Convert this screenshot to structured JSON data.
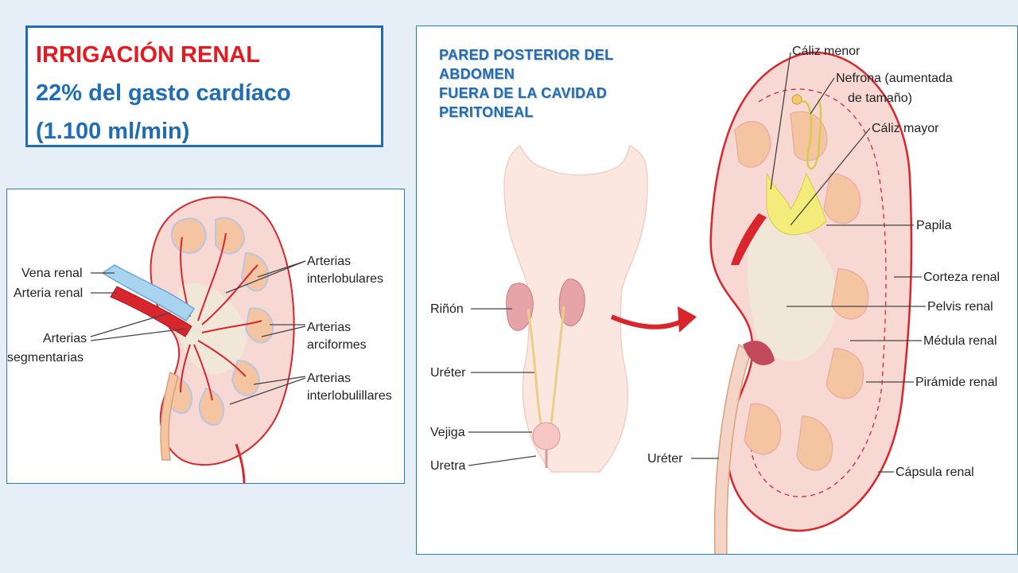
{
  "title": {
    "line1": "IRRIGACIÓN RENAL",
    "line2": "22% del gasto cardíaco",
    "line3": "(1.100 ml/min)"
  },
  "left_diagram": {
    "labels": {
      "vena_renal": "Vena renal",
      "arteria_renal": "Arteria renal",
      "arterias_seg_1": "Arterias",
      "arterias_seg_2": "segmentarias",
      "interlobulares_1": "Arterias",
      "interlobulares_2": "interlobulares",
      "arciformes_1": "Arterias",
      "arciformes_2": "arciformes",
      "interlobulillares_1": "Arterias",
      "interlobulillares_2": "interlobulillares"
    }
  },
  "right_diagram": {
    "caption": {
      "line1": "PARED POSTERIOR DEL",
      "line2": "ABDOMEN",
      "line3": "FUERA DE LA CAVIDAD",
      "line4": "PERITONEAL"
    },
    "body_labels": {
      "rinon": "Riñón",
      "ureter": "Uréter",
      "vejiga": "Vejiga",
      "uretra": "Uretra"
    },
    "kidney_labels": {
      "caliz_menor": "Cáliz menor",
      "nefrona_1": "Nefrona (aumentada",
      "nefrona_2": "de tamaño)",
      "caliz_mayor": "Cáliz mayor",
      "papila": "Papila",
      "corteza": "Corteza renal",
      "pelvis": "Pelvis renal",
      "medula": "Médula renal",
      "piramide": "Pirámide renal",
      "ureter": "Uréter",
      "capsula": "Cápsula renal"
    }
  },
  "colors": {
    "title_red": "#e31b23",
    "title_blue": "#1f6db4",
    "kidney_cortex": "#f7d8d3",
    "pyramid": "#f5c4a1",
    "calyx": "#f4ec7a",
    "artery": "#d9262c",
    "vein": "#a9d4ef"
  }
}
